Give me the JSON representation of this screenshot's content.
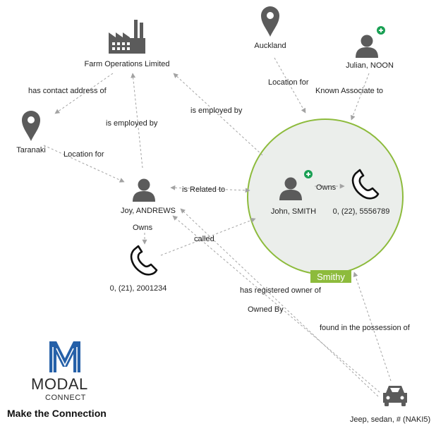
{
  "nodes": {
    "farm": "Farm Operations Limited",
    "taranaki": "Taranaki",
    "auckland": "Auckland",
    "julian": "Julian, NOON",
    "joy": "Joy, ANDREWS",
    "john": "John, SMITH",
    "phone_john": "0, (22), 5556789",
    "phone_joy": "0, (21), 2001234",
    "jeep": "Jeep, sedan, # (NAKI5)"
  },
  "edges": {
    "has_contact_address": "has contact address of",
    "location_for_taranaki": "Location for",
    "is_employed_by_joy": "is employed by",
    "is_employed_by_john": "is employed by",
    "location_for_auckland": "Location for",
    "known_associate": "Known Associate to",
    "is_related_to": "is Related to",
    "owns_john": "Owns",
    "owns_joy": "Owns",
    "called": "called",
    "has_registered_owner": "has registered owner of",
    "owned_by": "Owned By",
    "found_in_possession": "found in the possession of"
  },
  "group": {
    "label": "Smithy",
    "fill": "#ebeeeb",
    "stroke": "#8dbb3c"
  },
  "icons": {
    "factory": "factory-icon",
    "pin": "map-pin-icon",
    "person": "person-icon",
    "phone": "phone-icon",
    "car": "car-icon"
  },
  "colors": {
    "icon": "#5b5b5b",
    "edge": "#a3a3a3",
    "plus_badge": "#1aa054",
    "logo_blue": "#2560a8"
  },
  "branding": {
    "name": "MODAL",
    "sub": "CONNECT",
    "tagline": "Make the Connection"
  }
}
